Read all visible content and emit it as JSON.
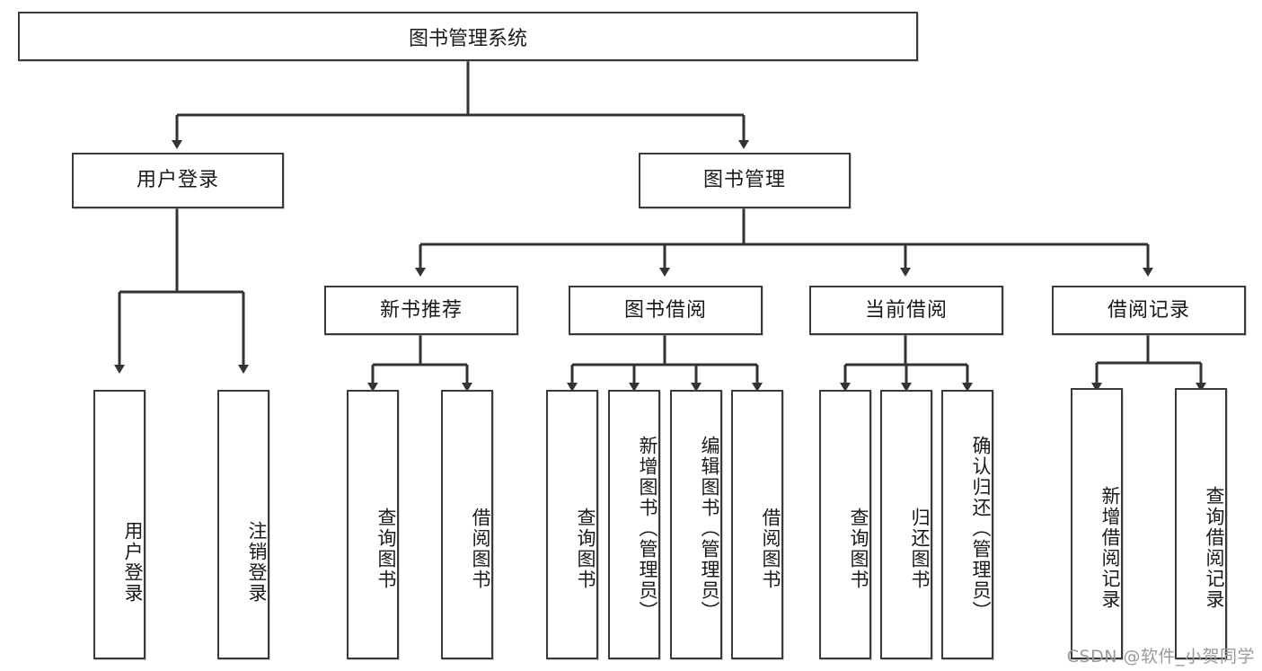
{
  "diagram": {
    "title": "图书管理系统",
    "type": "hierarchy-tree",
    "levels": 4,
    "root": {
      "label": "图书管理系统"
    },
    "level2": [
      {
        "label": "用户登录"
      },
      {
        "label": "图书管理"
      }
    ],
    "level3": [
      {
        "label": "新书推荐"
      },
      {
        "label": "图书借阅"
      },
      {
        "label": "当前借阅"
      },
      {
        "label": "借阅记录"
      }
    ],
    "leaves": {
      "user_login": [
        {
          "label": "用户登录"
        },
        {
          "label": "注销登录"
        }
      ],
      "new_book_recommend": [
        {
          "label": "查询图书"
        },
        {
          "label": "借阅图书"
        }
      ],
      "book_borrow": [
        {
          "label": "查询图书"
        },
        {
          "label": "新增图书（管理员）"
        },
        {
          "label": "编辑图书（管理员）"
        },
        {
          "label": "借阅图书"
        }
      ],
      "current_borrow": [
        {
          "label": "查询图书"
        },
        {
          "label": "归还图书"
        },
        {
          "label": "确认归还（管理员）"
        }
      ],
      "borrow_record": [
        {
          "label": "新增借阅记录"
        },
        {
          "label": "查询借阅记录"
        }
      ]
    }
  },
  "watermark": {
    "text": "CSDN @软件_小贺同学"
  },
  "colors": {
    "box_border": "#3a3a3a",
    "box_fill": "#ffffff",
    "text": "#1a1a1a",
    "connector": "#333333",
    "watermark": "#9a9a9a",
    "background": "#ffffff"
  }
}
